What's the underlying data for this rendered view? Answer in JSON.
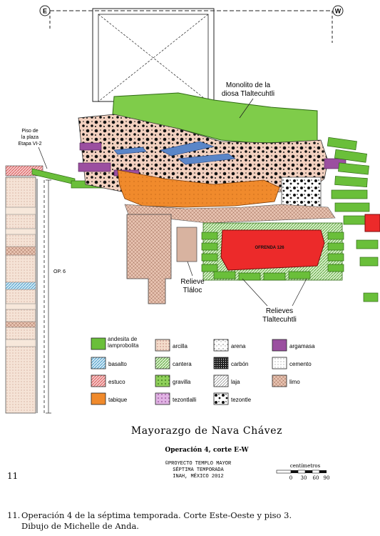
{
  "compass": {
    "east": "E",
    "west": "W"
  },
  "annotations": {
    "monolito_line1": "Monolito de la",
    "monolito_line2": "diosa Tlaltecuhtli",
    "piso_line1": "Piso de",
    "piso_line2": "la plaza",
    "piso_line3": "Etapa VI-2",
    "op6": "OP. 6",
    "relieve_tlaloc_line1": "Relieve",
    "relieve_tlaloc_line2": "Tláloc",
    "relieves_line1": "Relieves",
    "relieves_line2": "Tlaltecuhtli",
    "ofrenda": "OFRENDA 126"
  },
  "legend": [
    {
      "label": "andesita de lamprobolita",
      "color": "#6abf3a",
      "pattern": "solid"
    },
    {
      "label": "arcilla",
      "color": "#f2d9c4",
      "pattern": "dots"
    },
    {
      "label": "arena",
      "color": "#ffffff",
      "pattern": "sand"
    },
    {
      "label": "argamasa",
      "color": "#9b4fa0",
      "pattern": "solid"
    },
    {
      "label": "basalto",
      "color": "#7ec8e3",
      "pattern": "hatch"
    },
    {
      "label": "cantera",
      "color": "#86c96a",
      "pattern": "hatch"
    },
    {
      "label": "carbón",
      "color": "#333333",
      "pattern": "dark"
    },
    {
      "label": "cemento",
      "color": "#ffffff",
      "pattern": "dots"
    },
    {
      "label": "estuco",
      "color": "#e98080",
      "pattern": "hatch"
    },
    {
      "label": "gravilla",
      "color": "#7cc04a",
      "pattern": "dots"
    },
    {
      "label": "laja",
      "color": "#ffffff",
      "pattern": "hatch"
    },
    {
      "label": "limo",
      "color": "#e7c2b0",
      "pattern": "cross"
    },
    {
      "label": "tabique",
      "color": "#f08a2c",
      "pattern": "solid"
    },
    {
      "label": "tezontlalli",
      "color": "#d39ad6",
      "pattern": "dots"
    },
    {
      "label": "tezontle",
      "color": "#ffffff",
      "pattern": "blobs"
    }
  ],
  "title": "Mayorazgo de Nava Chávez",
  "subtitle": "Operación 4, corte E-W",
  "credits": [
    "©PROYECTO TEMPLO MAYOR",
    "SÉPTIMA TEMPORADA",
    "INAH, MÉXICO 2012"
  ],
  "scale": {
    "label": "centímetros",
    "ticks": [
      "0",
      "30",
      "60",
      "90"
    ]
  },
  "page_number": "11",
  "caption": {
    "number": "11.",
    "line1": "Operación 4 de la séptima temporada. Corte Este-Oeste y piso 3.",
    "line2": "Dibujo de Michelle de Anda."
  },
  "colors": {
    "green": "#6abf3a",
    "orange": "#f08a2c",
    "red": "#ec2a2a",
    "purple": "#9b4fa0",
    "pink": "#f2d9c4",
    "blue": "#5a86c8",
    "tan": "#e7c2b0"
  }
}
